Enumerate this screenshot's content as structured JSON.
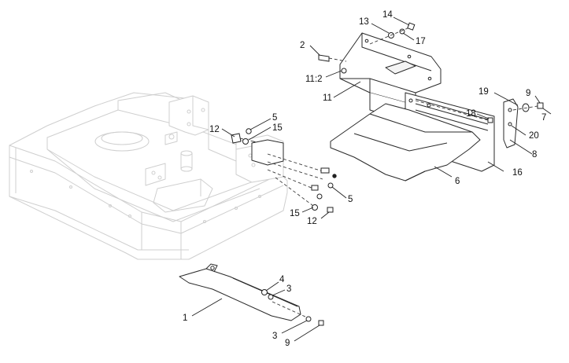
{
  "callouts": {
    "c1": "1",
    "c2": "2",
    "c3a": "3",
    "c3b": "3",
    "c4": "4",
    "c5a": "5",
    "c5b": "5",
    "c6": "6",
    "c7": "7",
    "c8": "8",
    "c9a": "9",
    "c9b": "9",
    "c11": "11",
    "c11_2": "11:2",
    "c12a": "12",
    "c12b": "12",
    "c13": "13",
    "c14": "14",
    "c15a": "15",
    "c15b": "15",
    "c16": "16",
    "c17": "17",
    "c18": "18",
    "c19": "19",
    "c20": "20"
  }
}
